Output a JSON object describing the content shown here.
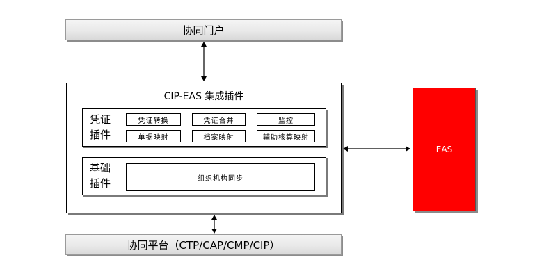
{
  "top_portal": {
    "label": "协同门户"
  },
  "integration": {
    "title": "CIP-EAS 集成插件",
    "voucher_group": {
      "label": "凭证\n插件",
      "cells": [
        "凭证转换",
        "凭证合并",
        "监控",
        "单据映射",
        "档案映射",
        "辅助核算映射"
      ]
    },
    "base_group": {
      "label": "基础\n插件",
      "cells": [
        "组织机构同步"
      ]
    }
  },
  "eas": {
    "label": "EAS",
    "color": "#ff0000"
  },
  "bottom_platform": {
    "label": "协同平台（CTP/CAP/CMP/CIP）"
  }
}
